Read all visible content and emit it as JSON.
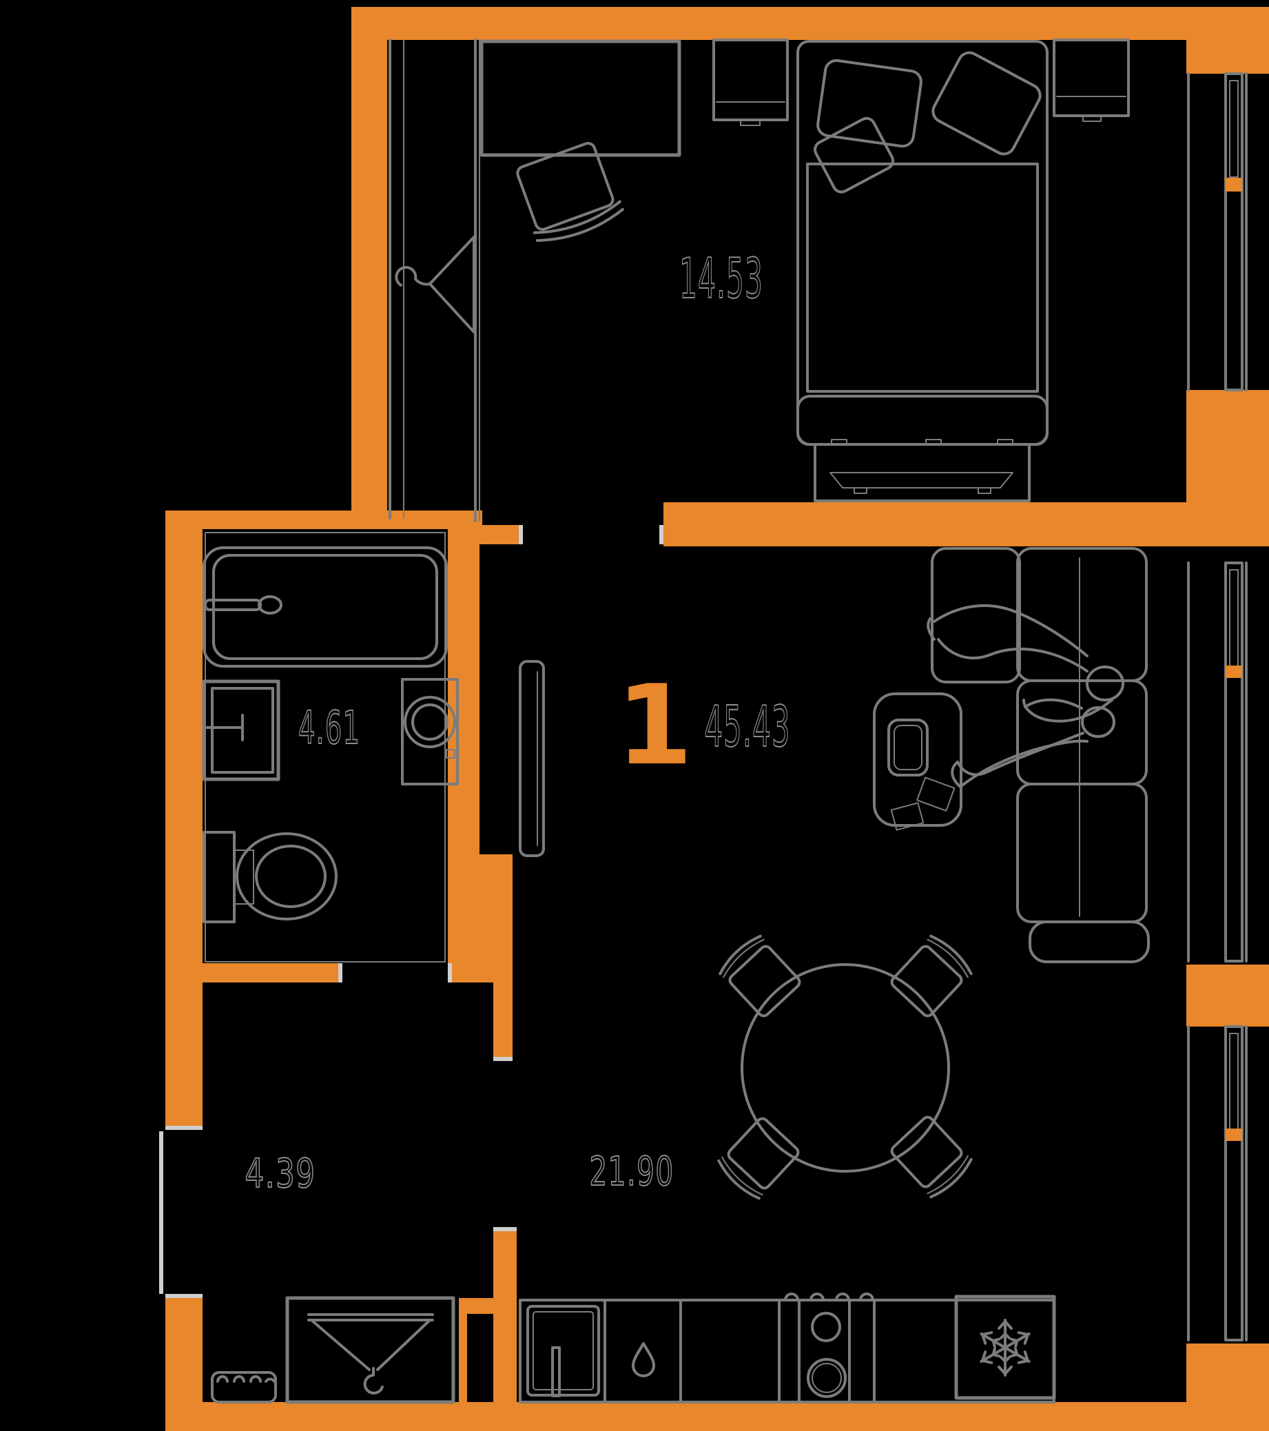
{
  "plan": {
    "apartment_number": "1",
    "total_area": "45.43",
    "rooms": {
      "bedroom": {
        "area": "14.53"
      },
      "bathroom": {
        "area": "4.61"
      },
      "hallway": {
        "area": "4.39"
      },
      "living_kitchen": {
        "area": "21.90"
      }
    },
    "colors": {
      "wall": "#E8872B",
      "line": "#7C7C7C",
      "label": "#8C8C8C",
      "jamb": "#CFCFCF",
      "background": "#000000"
    },
    "icons": {
      "fridge": "snowflake-icon",
      "closet": "hanger-icon",
      "entry_wardrobe": "hanger-icon",
      "kitchen_unit": "drop-icon"
    }
  }
}
